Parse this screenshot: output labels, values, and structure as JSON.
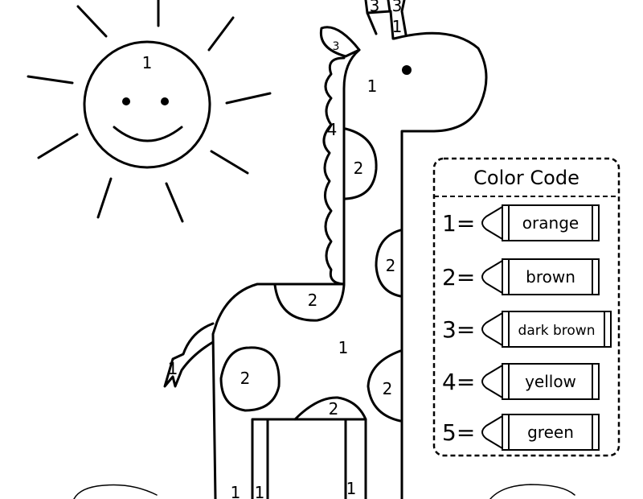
{
  "sun": {
    "number": "1"
  },
  "giraffe": {
    "horn_left": "3",
    "horn_right": "3",
    "horn_stem": "1",
    "ear": "3",
    "head": "1",
    "mane": "4",
    "spot_neck": "2",
    "spot_right_upper": "2",
    "spot_back": "2",
    "body": "1",
    "spot_belly_left": "2",
    "spot_right_lower": "2",
    "spot_between_legs": "2",
    "tail": "1",
    "leg_back_outer": "1",
    "leg_back_inner": "1",
    "leg_front": "1"
  },
  "color_code": {
    "title": "Color Code",
    "items": [
      {
        "key": "1=",
        "label": "orange",
        "color": "#f7941d"
      },
      {
        "key": "2=",
        "label": "brown",
        "color": "#8b5a2b"
      },
      {
        "key": "3=",
        "label": "dark brown",
        "color": "#5c3317"
      },
      {
        "key": "4=",
        "label": "yellow",
        "color": "#ffe600"
      },
      {
        "key": "5=",
        "label": "green",
        "color": "#2e9e3e"
      }
    ]
  }
}
